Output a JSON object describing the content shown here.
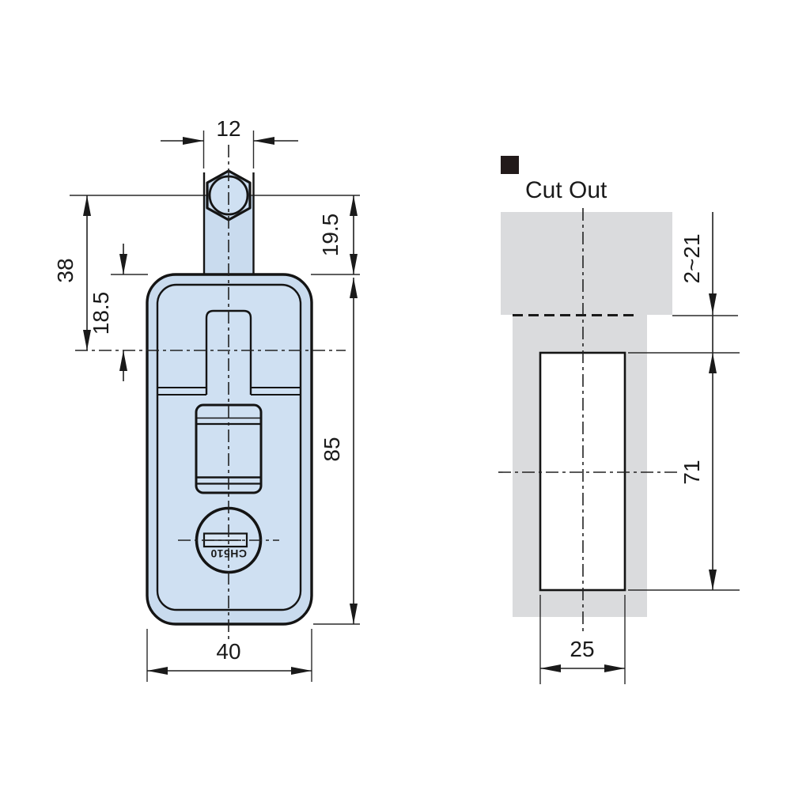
{
  "left_view": {
    "lock_label": "CH510",
    "dims": {
      "stud_width": "12",
      "neck_height": "19.5",
      "stud_to_center": "38",
      "body_top_to_center": "18.5",
      "body_height": "85",
      "body_width": "40"
    }
  },
  "right_view": {
    "title": "Cut Out",
    "dims": {
      "panel_thickness": "2~21",
      "cutout_height": "71",
      "cutout_width": "25"
    }
  },
  "colors": {
    "part_fill": "#c9dbee",
    "panel_inner_fill": "#cfe0f2",
    "cutout_gray": "#dadbdd",
    "marker_black": "#221a1a",
    "line": "#141414"
  }
}
